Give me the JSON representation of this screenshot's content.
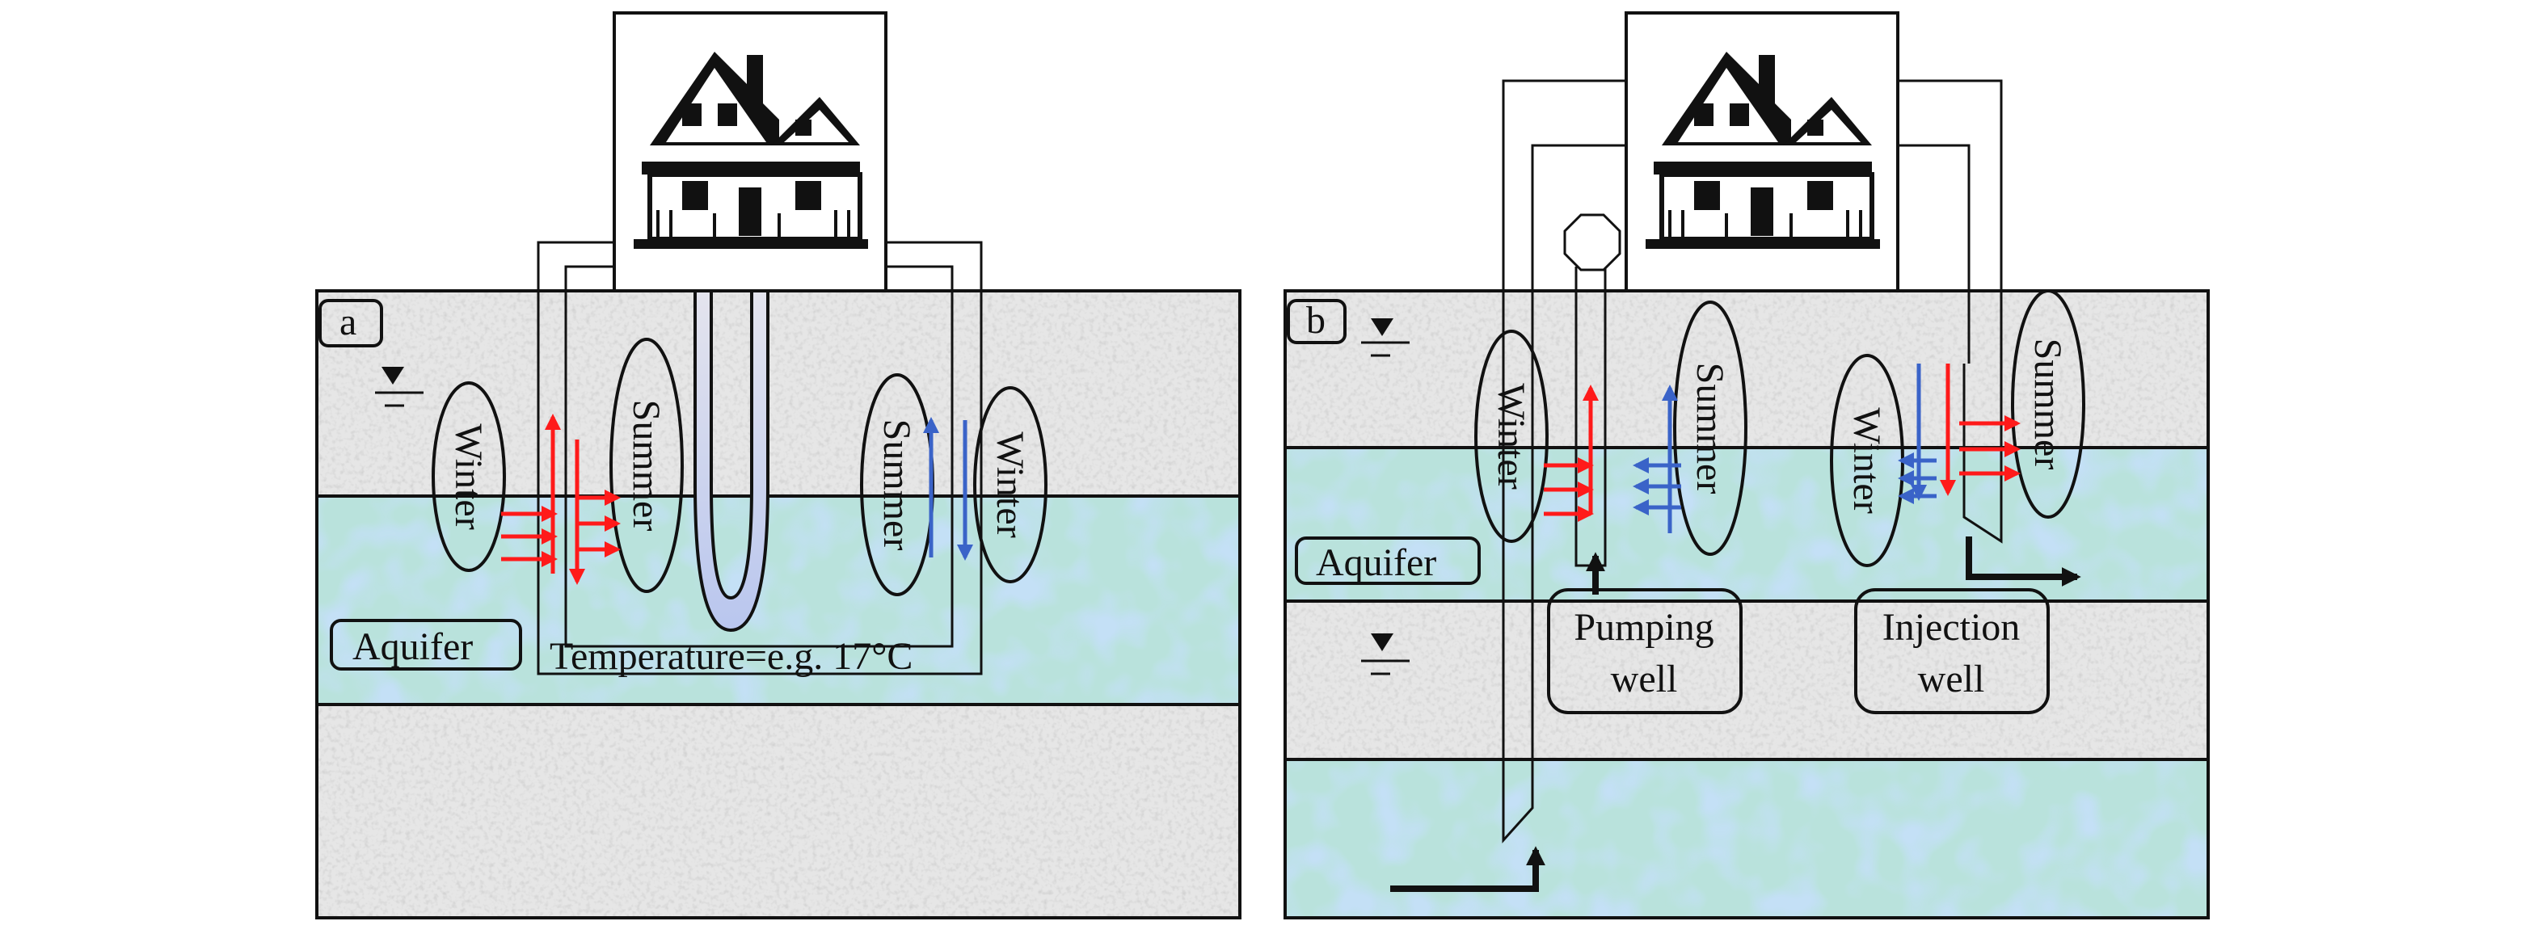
{
  "panel_a": {
    "label": "a",
    "aquifer_label": "Aquifer",
    "temperature_label": "Temperature=e.g. 17°C",
    "seasons": [
      "Winter",
      "Summer",
      "Summer",
      "Winter"
    ]
  },
  "panel_b": {
    "label": "b",
    "aquifer_label": "Aquifer",
    "pumping_well_label": [
      "Pumping",
      "well"
    ],
    "injection_well_label": [
      "Injection",
      "well"
    ],
    "seasons": [
      "Winter",
      "Summer",
      "Winter",
      "Summer"
    ]
  },
  "colors": {
    "warm_flow": "#ff1a1a",
    "cold_flow": "#3a63c8",
    "aquifer": "#b9e2dc",
    "soil": "#e6e6e6"
  },
  "icons": [
    "house-icon",
    "water-table-icon",
    "heat-pump-icon"
  ]
}
